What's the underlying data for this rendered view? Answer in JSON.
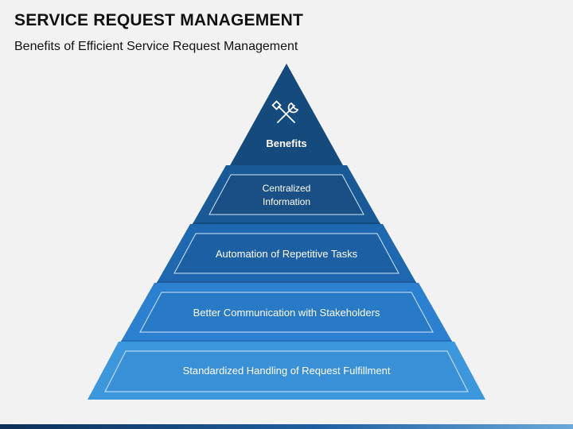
{
  "header": {
    "title": "SERVICE REQUEST MANAGEMENT",
    "subtitle": "Benefits of Efficient Service Request Management"
  },
  "pyramid": {
    "apex": {
      "label": "Benefits",
      "icon": "tools-icon"
    },
    "levels": [
      {
        "line1": "Centralized",
        "line2": "Information"
      },
      {
        "label": "Automation of Repetitive Tasks"
      },
      {
        "label": "Better Communication with Stakeholders"
      },
      {
        "label": "Standardized Handling of Request Fulfillment"
      }
    ]
  },
  "colors": {
    "apex": "#154a7c",
    "level1": "#195a96",
    "level2": "#1f67ae",
    "level3": "#2b80d0",
    "level4": "#3c97dd",
    "inner_outline": "#cfe6fb"
  }
}
